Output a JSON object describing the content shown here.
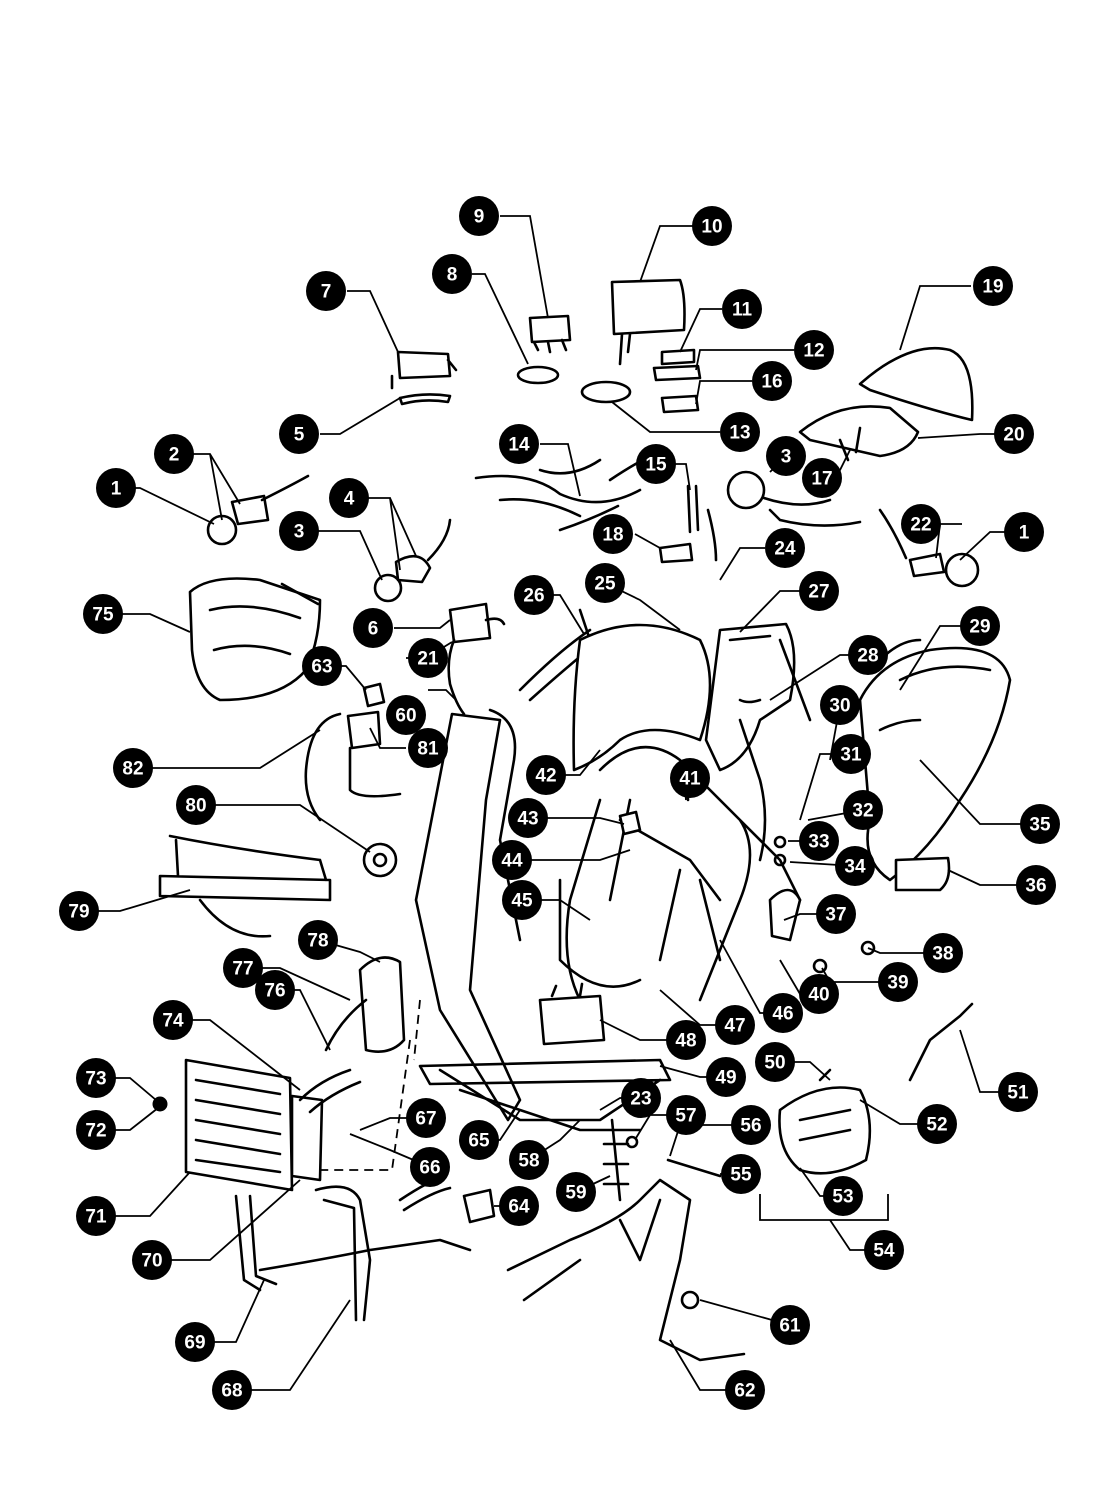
{
  "diagram": {
    "callouts": [
      "1",
      "2",
      "3",
      "4",
      "5",
      "6",
      "7",
      "8",
      "9",
      "10",
      "11",
      "12",
      "13",
      "14",
      "15",
      "16",
      "17",
      "18",
      "19",
      "20",
      "21",
      "22",
      "23",
      "24",
      "25",
      "26",
      "27",
      "28",
      "29",
      "30",
      "31",
      "32",
      "33",
      "34",
      "35",
      "36",
      "37",
      "38",
      "39",
      "40",
      "41",
      "42",
      "43",
      "44",
      "45",
      "46",
      "47",
      "48",
      "49",
      "50",
      "51",
      "52",
      "53",
      "54",
      "55",
      "56",
      "57",
      "58",
      "59",
      "60",
      "61",
      "62",
      "63",
      "64",
      "65",
      "66",
      "67",
      "68",
      "69",
      "70",
      "71",
      "72",
      "73",
      "74",
      "75",
      "76",
      "77",
      "78",
      "79",
      "80",
      "81",
      "82"
    ]
  },
  "colors": {
    "line": "#000000",
    "background": "#ffffff",
    "callout_fill": "#000000",
    "callout_text": "#ffffff"
  }
}
